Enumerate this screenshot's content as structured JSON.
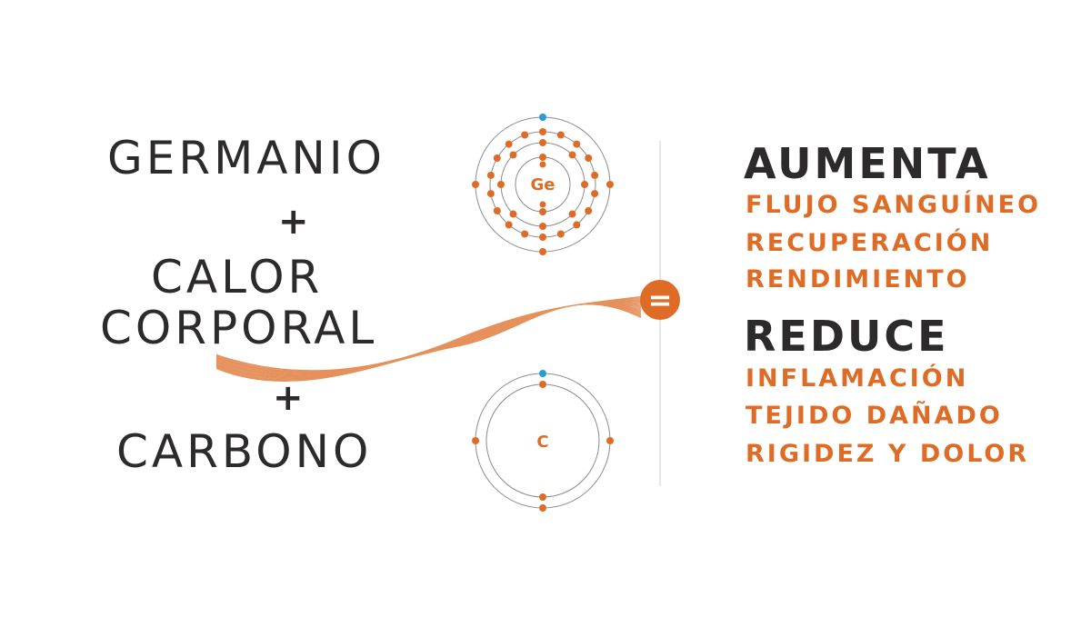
{
  "left_formula": {
    "line1": "GERMANIO",
    "plus1": "+",
    "line2": "CALOR",
    "line3": "CORPORAL",
    "plus2": "+",
    "line4": "CARBONO"
  },
  "atoms": {
    "germanium_symbol": "Ge",
    "carbon_symbol": "C"
  },
  "equals_symbol": "=",
  "increase": {
    "heading": "AUMENTA",
    "items": [
      "FLUJO SANGUÍNEO",
      "RECUPERACIÓN",
      "RENDIMIENTO"
    ]
  },
  "reduce": {
    "heading": "REDUCE",
    "items": [
      "INFLAMACIÓN",
      "TEJIDO DAÑADO",
      "RIGIDEZ Y DOLOR"
    ]
  },
  "colors": {
    "text_dark": "#2d2a2b",
    "accent_orange": "#de6c26",
    "valence_blue": "#2a9bd8",
    "orbit_gray": "#8c8c8c"
  },
  "icons": [
    "germanium-atom-icon",
    "carbon-atom-icon",
    "equals-icon",
    "wave-ribbon-icon"
  ]
}
